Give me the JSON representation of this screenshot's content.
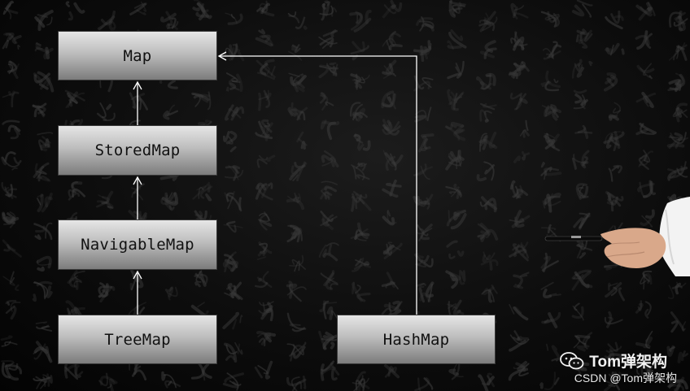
{
  "diagram": {
    "nodes": [
      {
        "id": "map",
        "label": "Map"
      },
      {
        "id": "stored",
        "label": "StoredMap"
      },
      {
        "id": "navigable",
        "label": "NavigableMap"
      },
      {
        "id": "treemap",
        "label": "TreeMap"
      },
      {
        "id": "hashmap",
        "label": "HashMap"
      }
    ],
    "edges": [
      {
        "from": "stored",
        "to": "map"
      },
      {
        "from": "navigable",
        "to": "stored"
      },
      {
        "from": "treemap",
        "to": "navigable"
      },
      {
        "from": "hashmap",
        "to": "map"
      }
    ],
    "line_color": "#ffffff",
    "box_gradient": [
      "#e6e6e6",
      "#7c7c7c"
    ]
  },
  "watermark": {
    "brand": "Tom弹架构",
    "source": "CSDN @Tom弹架构",
    "icon": "wechat-icon"
  },
  "background": {
    "style": "dark calligraphy texture",
    "color": "#0d0d0d"
  },
  "presenter": {
    "icon": "hand-with-pointer"
  }
}
